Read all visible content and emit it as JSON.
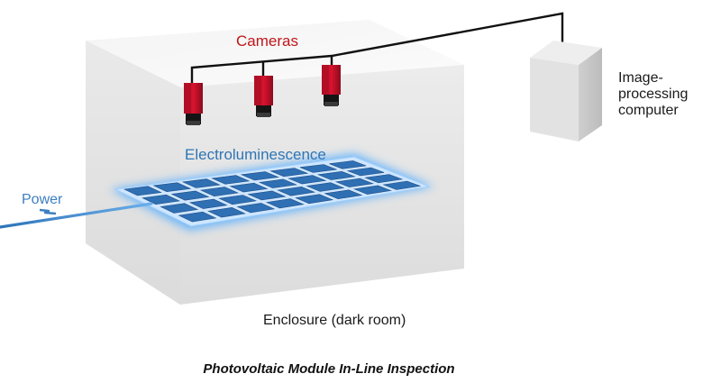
{
  "labels": {
    "cameras": "Cameras",
    "electroluminescence": "Electroluminescence",
    "power": "Power",
    "computer_line1": "Image-",
    "computer_line2": "processing",
    "computer_line3": "computer",
    "enclosure": "Enclosure (dark room)"
  },
  "caption": "Photovoltaic Module In-Line Inspection",
  "colors": {
    "camera_label": "#c0161b",
    "electroluminescence_label": "#2e75b6",
    "power": "#3d7fc2",
    "camera_body": "#c8102e",
    "panel_glow": "#4aa8ff",
    "panel_cell": "#2f6fb3",
    "enclosure_front": "#e4e4e4",
    "enclosure_top": "#f7f7f7",
    "enclosure_side": "#c9c9c9"
  },
  "icons": [
    "camera-icon",
    "solar-panel-icon",
    "computer-icon",
    "lightning-icon"
  ]
}
